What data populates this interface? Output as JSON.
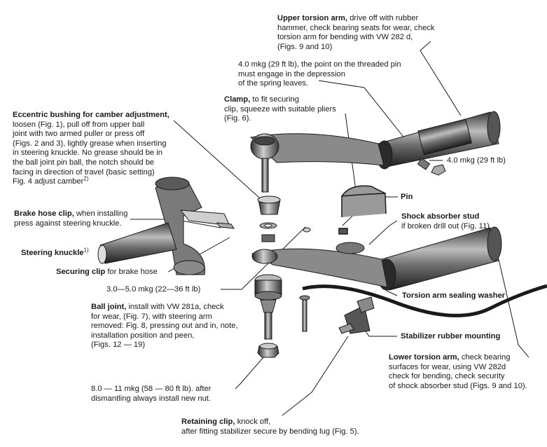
{
  "colors": {
    "ink": "#1a1a1a",
    "metal_dark": "#2e2e2e",
    "metal_mid": "#6a6a6a",
    "metal_light": "#b5b5b5",
    "background": "#ffffff"
  },
  "labels": {
    "upper_torsion_arm": {
      "bold": "Upper torsion arm,",
      "text": " drive off with rubber\nhammer, check bearing seats for wear, check\ntorsion arm for bending with VW 282 d,\n(Figs. 9 and 10)"
    },
    "torque_upper_pin": {
      "text": "4.0 mkg (29 ft lb), the point on the threaded pin\nmust engage in the depression\nof the spring leaves."
    },
    "clamp": {
      "bold": "Clamp,",
      "text": " to fit securing\nclip, squeeze with suitable pliers\n(Fig. 6)."
    },
    "eccentric_bushing": {
      "bold": "Eccentric bushing for camber adjustment,",
      "text": "\nloosen (Fig. 1), pull off from upper ball\njoint with two armed puller or press off\n(Figs. 2 and 3), lightly grease when inserting\nin steering knuckle. No grease should be in\nthe ball joint pin ball, the notch should be\nfacing in direction of travel (basic setting)\nFig. 4 adjust camber",
      "sup": "2)"
    },
    "torque_nut": {
      "text": "4.0 mkg (29 ft lb)"
    },
    "pin": {
      "bold": "Pin"
    },
    "shock_absorber_stud": {
      "bold": "Shock absorber stud",
      "text": "\nif broken drill out (Fig. 11)"
    },
    "brake_hose_clip": {
      "bold": "Brake hose clip,",
      "text": " when installing\npress against steering knuckle."
    },
    "steering_knuckle": {
      "bold": "Steering knuckle",
      "sup": "1)"
    },
    "securing_clip": {
      "bold": "Securing clip",
      "text": " for brake hose"
    },
    "torque_lower_pin": {
      "text": "3.0—5.0 mkg (22—36 ft lb)"
    },
    "torsion_arm_washer": {
      "bold": "Torsion arm sealing washer"
    },
    "ball_joint": {
      "bold": "Ball joint,",
      "text": " install with VW 281a, check\nfor wear, (Fig. 7), with steering arm\nremoved: Fig. 8, pressing out and in, note,\ninstallation position and peen,\n(Figs. 12 — 19)"
    },
    "stabilizer_mounting": {
      "bold": "Stabilizer rubber mounting"
    },
    "lower_torsion_arm": {
      "bold": "Lower torsion arm,",
      "text": " check bearing\nsurfaces for wear, using VW 282d\ncheck for bending, check security\nof shock absorber stud (Figs. 9 and 10)."
    },
    "torque_ball_nut": {
      "text": "8.0 — 11 mkg (58 — 80 ft lb). after\ndismantling always install new nut."
    },
    "retaining_clip": {
      "bold": "Retaining clip,",
      "text": " knock off,\nafter fitting stabilizer secure by bending lug (Fig. 5)."
    }
  }
}
